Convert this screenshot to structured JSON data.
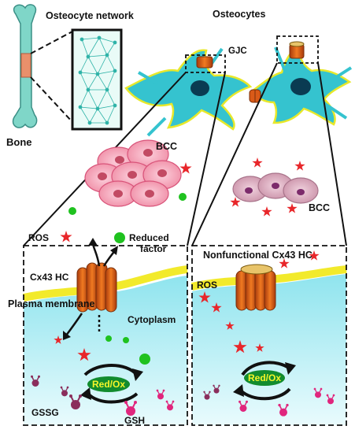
{
  "labels": {
    "osteocyte_network": "Osteocyte network",
    "osteocytes": "Osteocytes",
    "gjc": "GJC",
    "bone": "Bone",
    "bcc_left": "BCC",
    "bcc_right": "BCC",
    "ros_left": "ROS",
    "reduced_factor_line1": "Reduced",
    "reduced_factor_line2": "factor",
    "cx43_hc": "Cx43 HC",
    "plasma_membrane": "Plasma membrane",
    "cytoplasm": "Cytoplasm",
    "red_ox_left": "Red/Ox",
    "gssg": "GSSG",
    "gsh": "GSH",
    "nonfunctional_cx43_hc": "Nonfunctional Cx43 HC",
    "ros_right": "ROS",
    "red_ox_right": "Red/Ox"
  },
  "colors": {
    "bone": "#7fd6c8",
    "cell_fill": "#35c3cf",
    "cell_outline": "#e8e82a",
    "nucleus": "#0a3b52",
    "bcc_cell": "#f5a6b8",
    "bcc_nucleus": "#c24a63",
    "bcc_right_cell": "#d9a5b8",
    "bcc_right_nucleus": "#7c2b6b",
    "channel": "#d95a18",
    "membrane": "#f2ea2b",
    "cytoplasm": "#a9e8ef",
    "ros_star": "#e8262a",
    "reduced_factor": "#1fc21f",
    "redox_bubble": "#128c2e",
    "redox_text": "#f5f52a",
    "gssg": "#8a2e5c",
    "gsh": "#e0267d"
  }
}
